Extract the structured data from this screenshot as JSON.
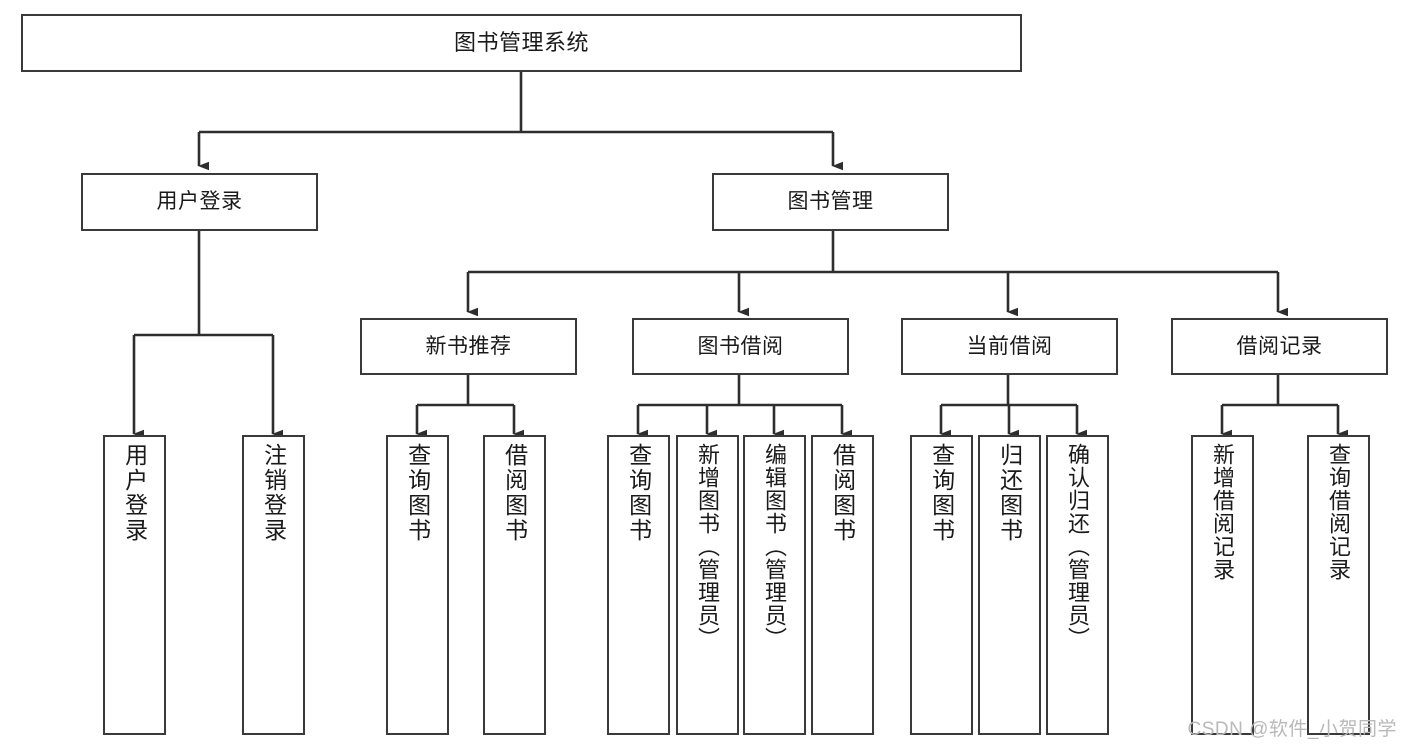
{
  "diagram": {
    "title": "图书管理系统",
    "type": "tree-hierarchy",
    "colors": {
      "stroke": "#3a3a3a",
      "fill": "#ffffff",
      "text": "#1a1a1a",
      "watermark": "#b9b9b9"
    },
    "root": {
      "label": "图书管理系统"
    },
    "level2": [
      {
        "label": "用户登录"
      },
      {
        "label": "图书管理"
      }
    ],
    "level3": [
      {
        "label": "新书推荐"
      },
      {
        "label": "图书借阅"
      },
      {
        "label": "当前借阅"
      },
      {
        "label": "借阅记录"
      }
    ],
    "leaves": {
      "user_login": [
        {
          "label": "用户登录"
        },
        {
          "label": "注销登录"
        }
      ],
      "new_book": [
        {
          "label": "查询图书"
        },
        {
          "label": "借阅图书"
        }
      ],
      "book_borrow": [
        {
          "label": "查询图书"
        },
        {
          "label": "新增图书（管理员）"
        },
        {
          "label": "编辑图书（管理员）"
        },
        {
          "label": "借阅图书"
        }
      ],
      "current_borrow": [
        {
          "label": "查询图书"
        },
        {
          "label": "归还图书"
        },
        {
          "label": "确认归还（管理员）"
        }
      ],
      "borrow_record": [
        {
          "label": "新增借阅记录"
        },
        {
          "label": "查询借阅记录"
        }
      ]
    },
    "watermark": "CSDN @软件_小贺同学"
  }
}
